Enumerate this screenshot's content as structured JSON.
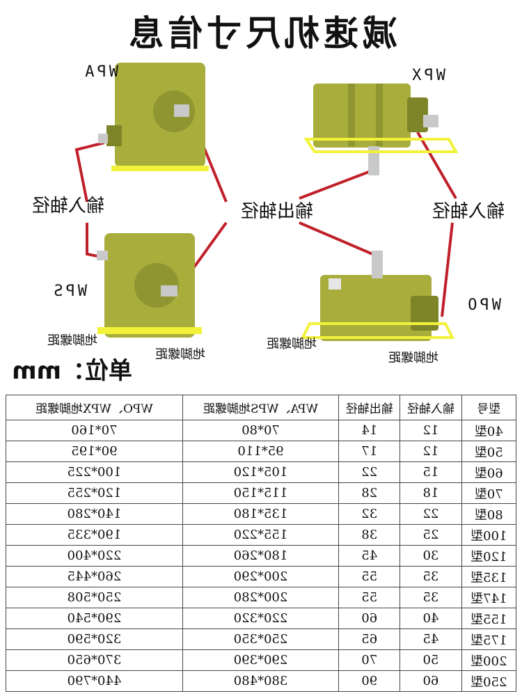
{
  "title": "减速机尺寸信息",
  "unit_label": "单位：mm",
  "diagram": {
    "models": {
      "wpx": "WPX",
      "wpa": "WPA",
      "wpo": "WPO",
      "wps": "WPS"
    },
    "input_shaft_label": "输入轴径",
    "output_shaft_label": "输出轴径",
    "foot_bolt_label": "地脚螺距"
  },
  "table": {
    "headers": [
      "型号",
      "输入轴径",
      "输出轴径",
      "WPA、WPS地脚螺距",
      "WPO、WPX地脚螺距"
    ],
    "rows": [
      [
        "40型",
        "12",
        "14",
        "70*80",
        "70*160"
      ],
      [
        "50型",
        "12",
        "17",
        "95*110",
        "90*195"
      ],
      [
        "60型",
        "15",
        "22",
        "105*120",
        "100*225"
      ],
      [
        "70型",
        "18",
        "28",
        "115*150",
        "120*255"
      ],
      [
        "80型",
        "22",
        "32",
        "135*180",
        "140*280"
      ],
      [
        "100型",
        "25",
        "38",
        "155*220",
        "190*335"
      ],
      [
        "120型",
        "30",
        "45",
        "180*260",
        "220*400"
      ],
      [
        "135型",
        "35",
        "55",
        "200*290",
        "260*445"
      ],
      [
        "147型",
        "35",
        "55",
        "200*280",
        "250*508"
      ],
      [
        "155型",
        "40",
        "60",
        "220*320",
        "290*540"
      ],
      [
        "175型",
        "45",
        "65",
        "250*350",
        "320*590"
      ],
      [
        "200型",
        "50",
        "70",
        "290*390",
        "370*650"
      ],
      [
        "250型",
        "60",
        "90",
        "380*480",
        "440*790"
      ]
    ]
  },
  "colors": {
    "housing": "#a8ad3c",
    "housing_dark": "#7e8428",
    "frame": "#f2f23a",
    "leader": "#c0202a",
    "shaft": "#c9c9c9"
  }
}
